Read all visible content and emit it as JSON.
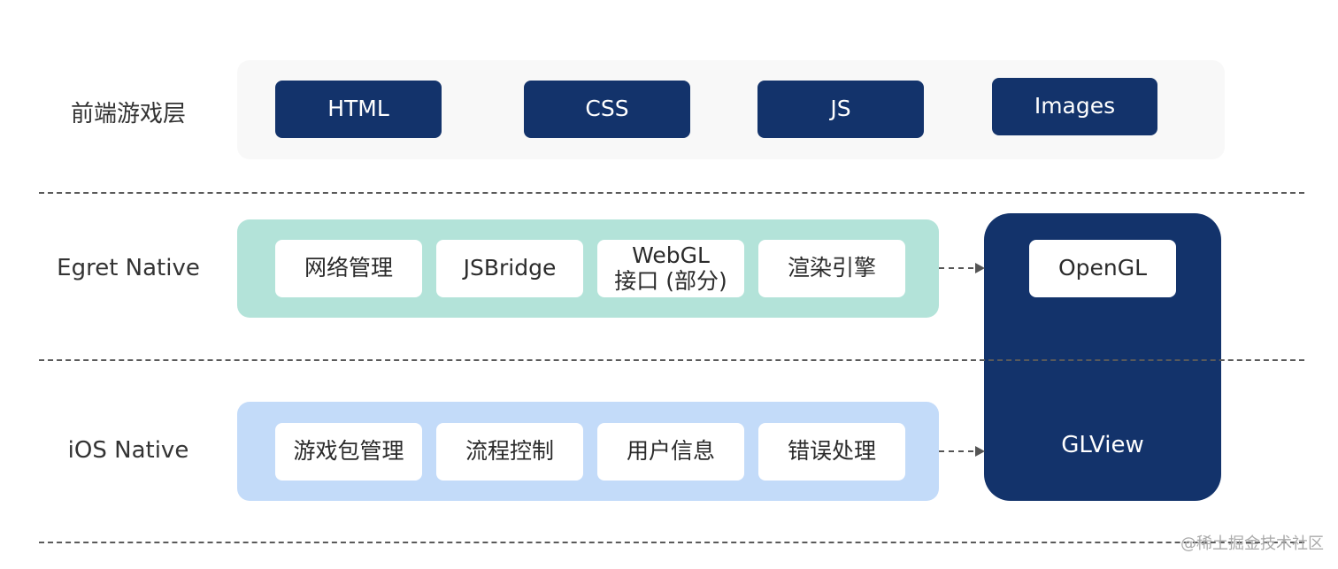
{
  "layers": {
    "frontend": {
      "label": "前端游戏层",
      "boxes": [
        "HTML",
        "CSS",
        "JS",
        "Images"
      ]
    },
    "egret": {
      "label": "Egret Native",
      "boxes": [
        "网络管理",
        "JSBridge",
        "WebGL\n接口 (部分)",
        "渲染引擎"
      ]
    },
    "ios": {
      "label": "iOS Native",
      "boxes": [
        "游戏包管理",
        "流程控制",
        "用户信息",
        "错误处理"
      ]
    }
  },
  "glview": {
    "title": "GLView",
    "inner_box": "OpenGL"
  },
  "watermark": "@稀土掘金技术社区",
  "colors": {
    "dark_navy": "#13336b",
    "frontend_panel": "#f8f8f8",
    "egret_panel": "#b3e3d9",
    "ios_panel": "#c3dbf9"
  }
}
